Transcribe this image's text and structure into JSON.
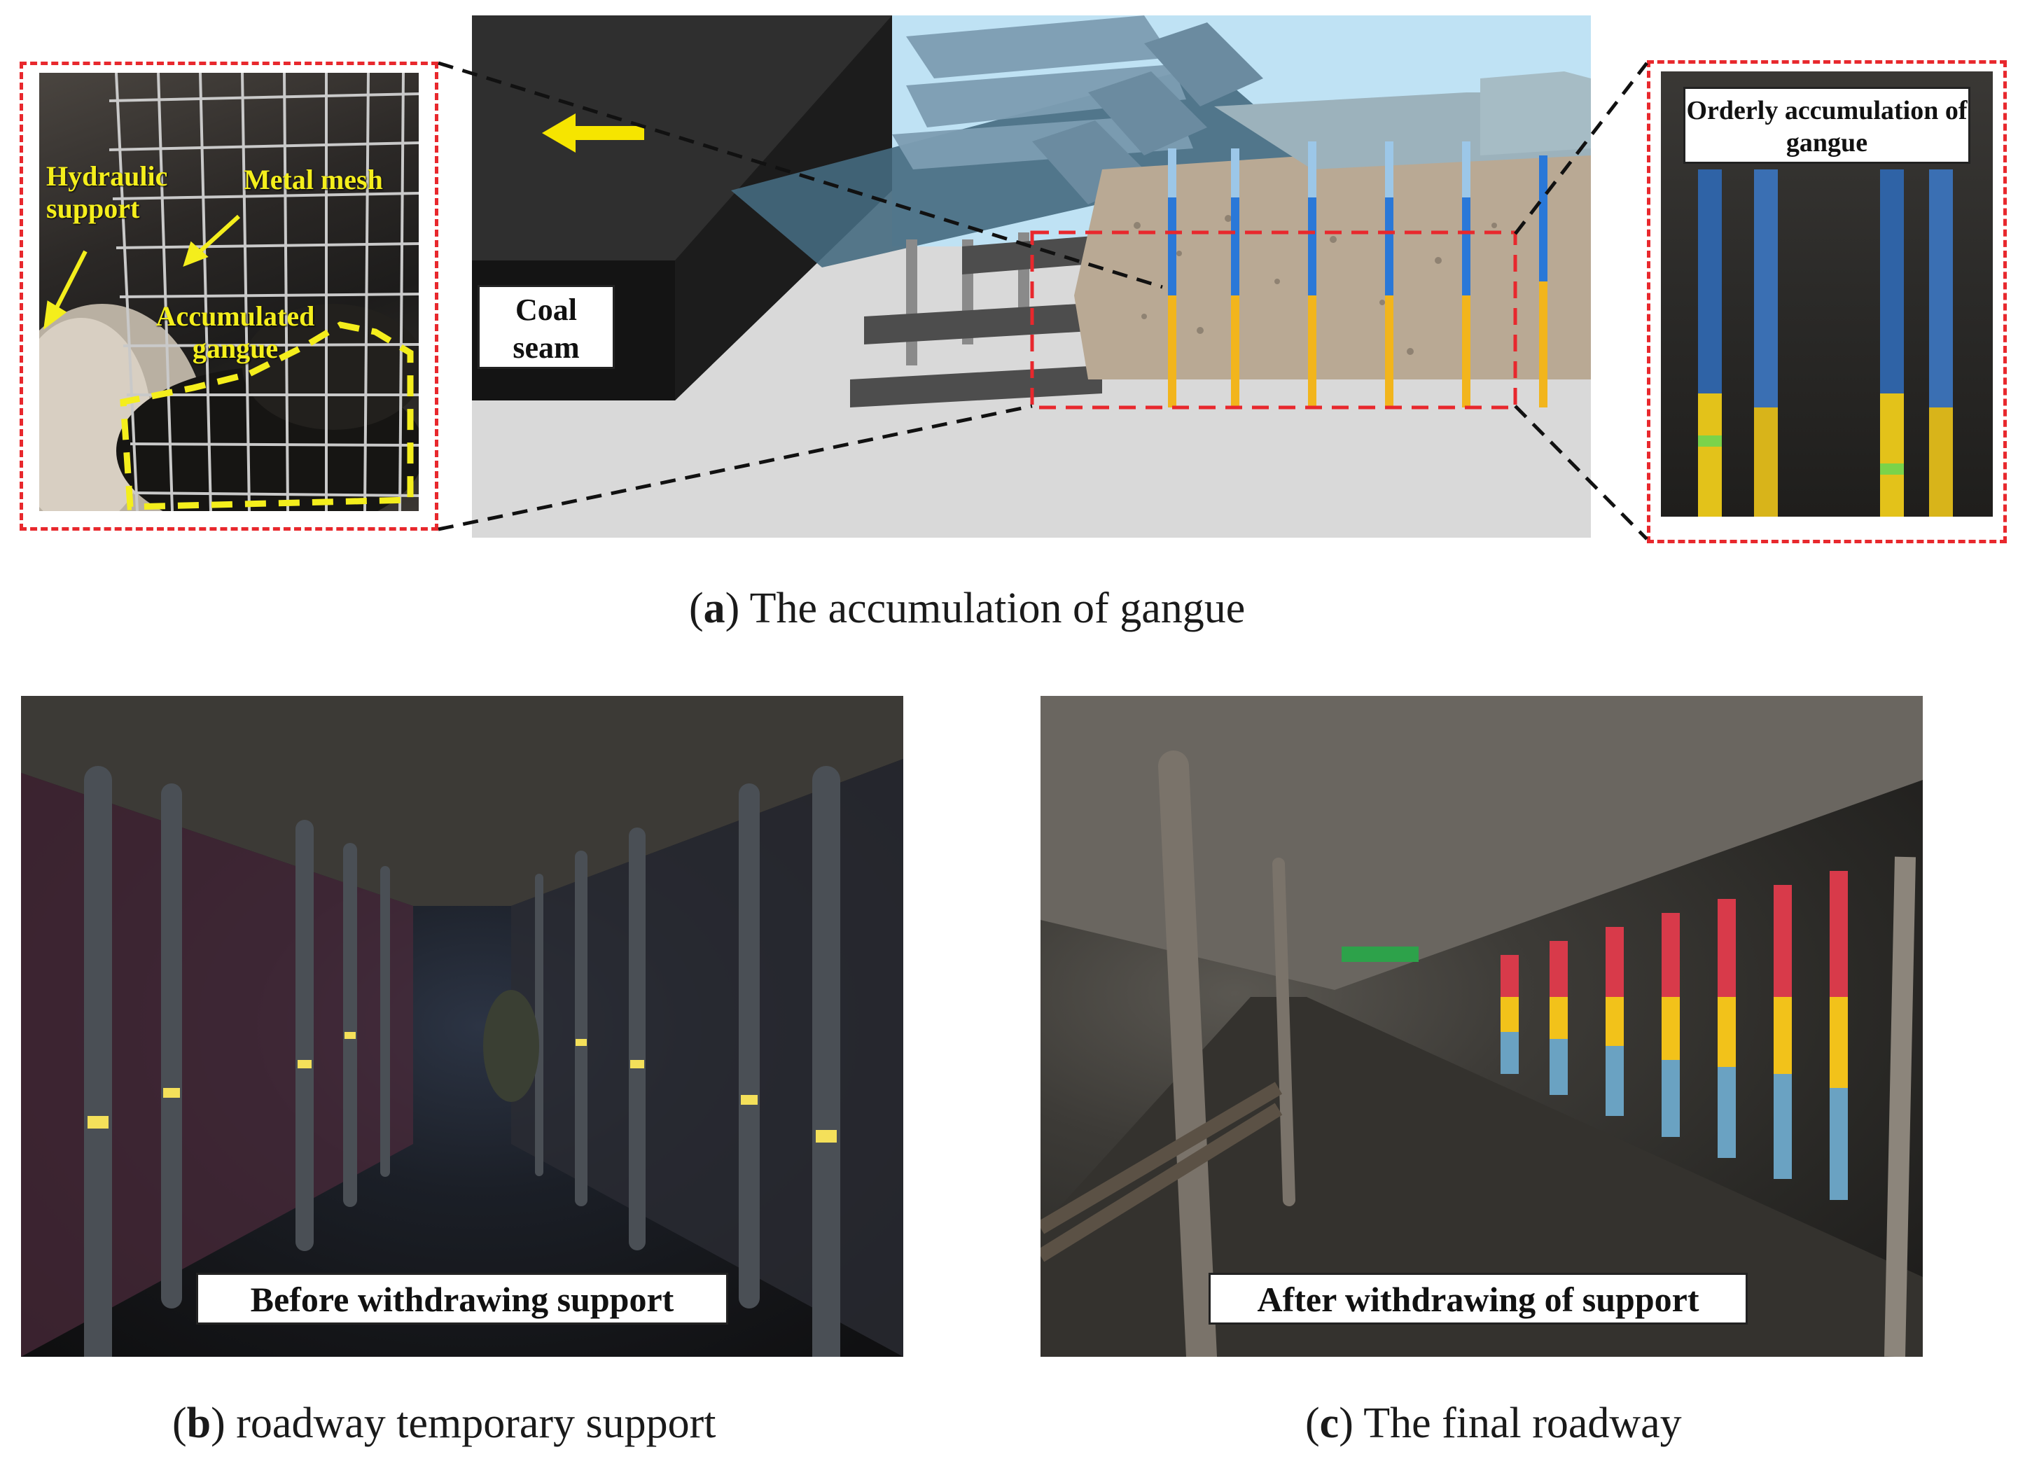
{
  "panel_a": {
    "caption_letter": "a",
    "caption_text": ") The accumulation of gangue",
    "left_photo_labels": {
      "hydraulic_support": "Hydraulic support",
      "metal_mesh": "Metal mesh",
      "accumulated_gangue": "Accumulated gangue"
    },
    "coal_seam_label": "Coal seam",
    "right_photo_label": "Orderly accumulation of gangue"
  },
  "panel_b": {
    "caption_letter": "b",
    "caption_text": ") roadway temporary support",
    "photo_label": "Before withdrawing support"
  },
  "panel_c": {
    "caption_letter": "c",
    "caption_text": ") The final roadway",
    "photo_label": "After withdrawing of support"
  },
  "colors": {
    "dash_red": "#e8282d",
    "annotation_yellow": "#f4ee1c",
    "prop_blue": "#2a78d8",
    "prop_yellow": "#f2b51c",
    "sky_light_blue": "#bfe2f4"
  }
}
